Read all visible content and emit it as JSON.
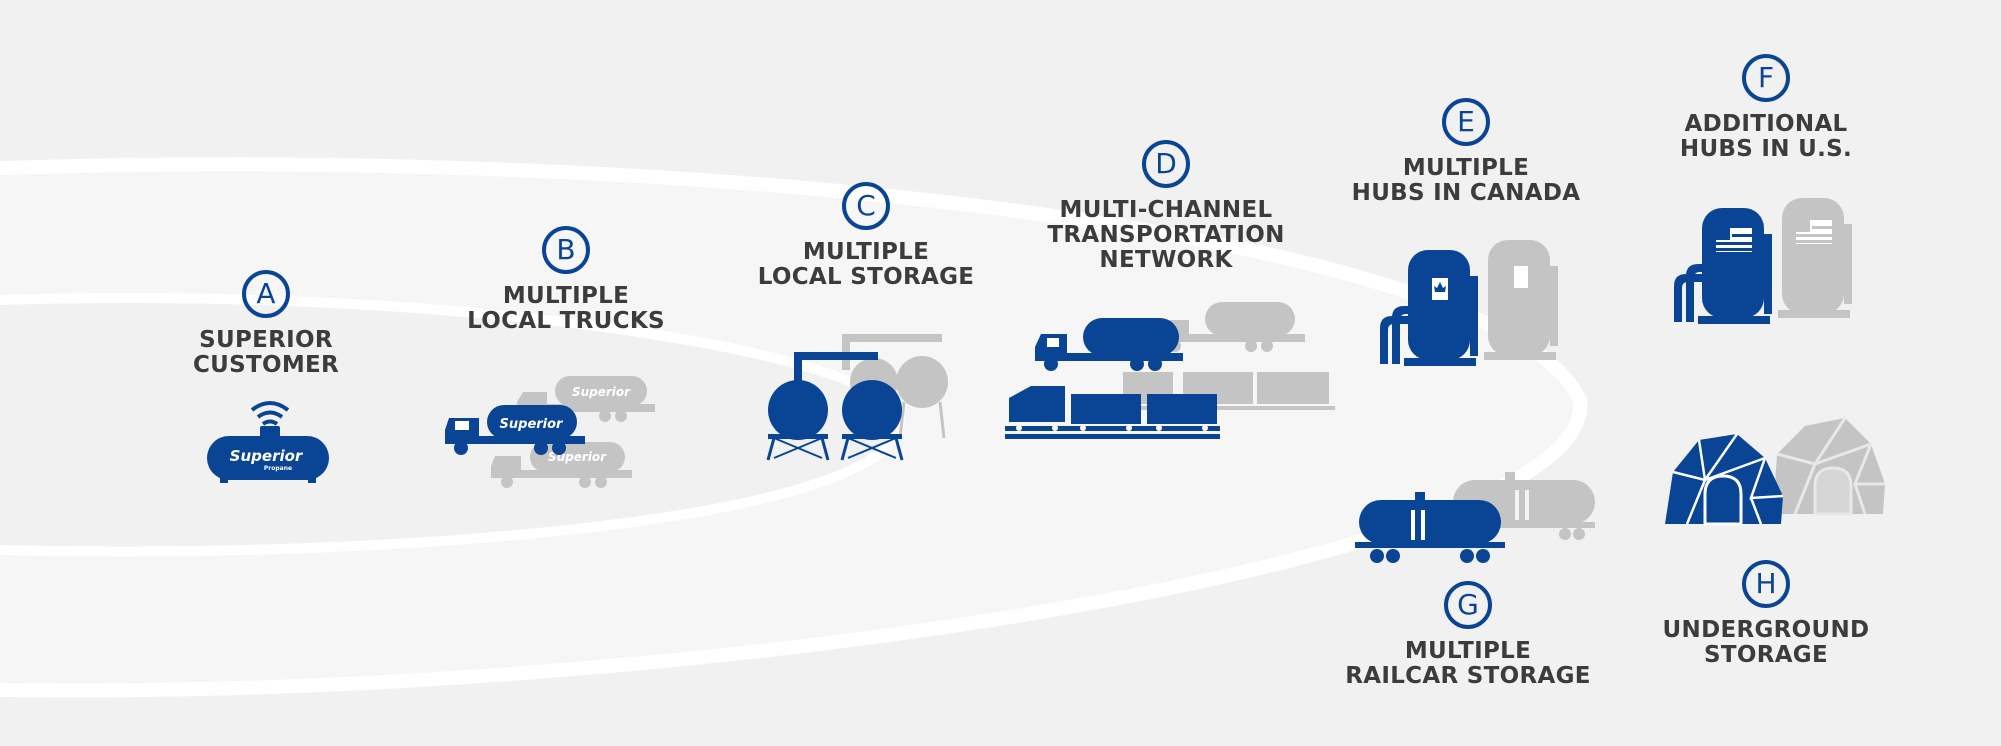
{
  "colors": {
    "blue": "#0a4494",
    "gray": "#c4c4c4",
    "text": "#3c3c3c",
    "background": "#f1f1f1"
  },
  "nodes": [
    {
      "letter": "A",
      "lines": [
        "SUPERIOR",
        "CUSTOMER"
      ],
      "icon": "propane-tank-icon"
    },
    {
      "letter": "B",
      "lines": [
        "MULTIPLE",
        "LOCAL TRUCKS"
      ],
      "icon": "delivery-truck-icon"
    },
    {
      "letter": "C",
      "lines": [
        "MULTIPLE",
        "LOCAL STORAGE"
      ],
      "icon": "storage-sphere-icon"
    },
    {
      "letter": "D",
      "lines": [
        "MULTI-CHANNEL",
        "TRANSPORTATION",
        "NETWORK"
      ],
      "icon": "train-and-truck-icon"
    },
    {
      "letter": "E",
      "lines": [
        "MULTIPLE",
        "HUBS IN CANADA"
      ],
      "icon": "canada-hub-icon"
    },
    {
      "letter": "F",
      "lines": [
        "ADDITIONAL",
        "HUBS IN U.S."
      ],
      "icon": "us-hub-icon"
    },
    {
      "letter": "G",
      "lines": [
        "MULTIPLE",
        "RAILCAR STORAGE"
      ],
      "icon": "railcar-icon"
    },
    {
      "letter": "H",
      "lines": [
        "UNDERGROUND",
        "STORAGE"
      ],
      "icon": "cavern-icon"
    }
  ],
  "brand": {
    "name": "Superior",
    "sub": "Propane"
  }
}
